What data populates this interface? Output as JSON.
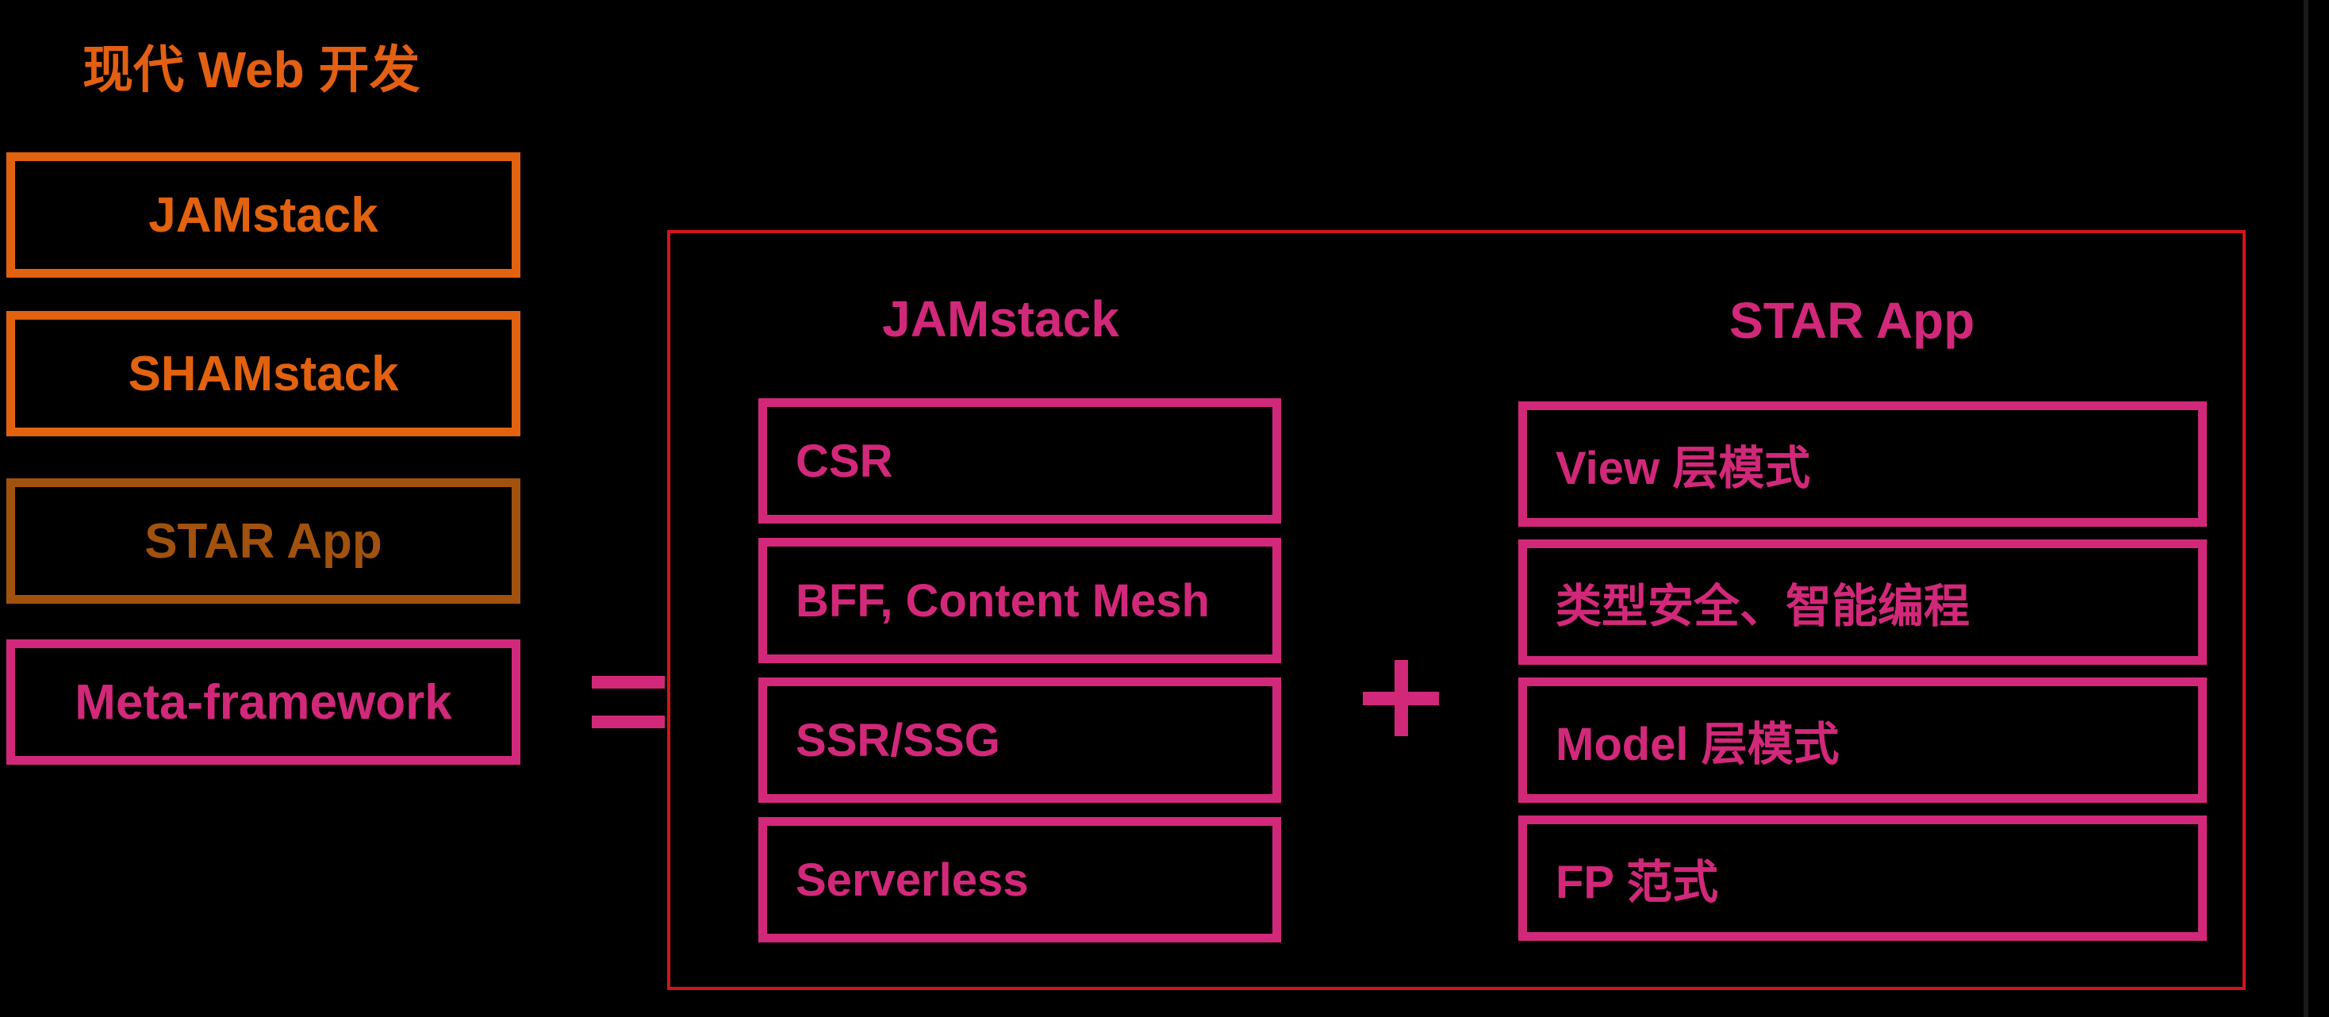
{
  "title": "现代 Web 开发",
  "left_stack": [
    {
      "label": "JAMstack"
    },
    {
      "label": "SHAMstack"
    },
    {
      "label": "STAR App"
    },
    {
      "label": "Meta-framework"
    }
  ],
  "operators": {
    "equals": "=",
    "plus": "+"
  },
  "composition": {
    "left_column": {
      "title": "JAMstack",
      "items": [
        "CSR",
        "BFF, Content Mesh",
        "SSR/SSG",
        "Serverless"
      ]
    },
    "right_column": {
      "title": "STAR App",
      "items": [
        "View 层模式",
        "类型安全、智能编程",
        "Model 层模式",
        "FP 范式"
      ]
    }
  },
  "colors": {
    "orange": "#E2620F",
    "brown": "#A1520E",
    "pink": "#D2287A",
    "frame_red": "#D4141C",
    "background": "#000000"
  }
}
